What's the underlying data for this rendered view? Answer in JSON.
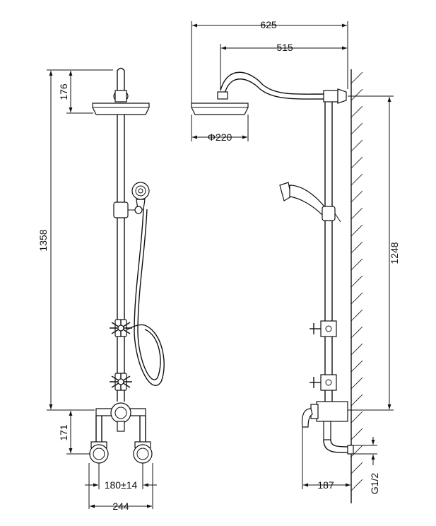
{
  "dimensions": {
    "overall_height": "1358",
    "head_height": "176",
    "wall_to_outlet_height": "171",
    "inlet_centres": "180±14",
    "outer_width": "244",
    "arm_projection_total": "625",
    "arm_projection_to_head": "515",
    "head_diameter": "Φ220",
    "riser_height": "1248",
    "wall_projection": "187",
    "inlet_thread": "G1/2"
  }
}
